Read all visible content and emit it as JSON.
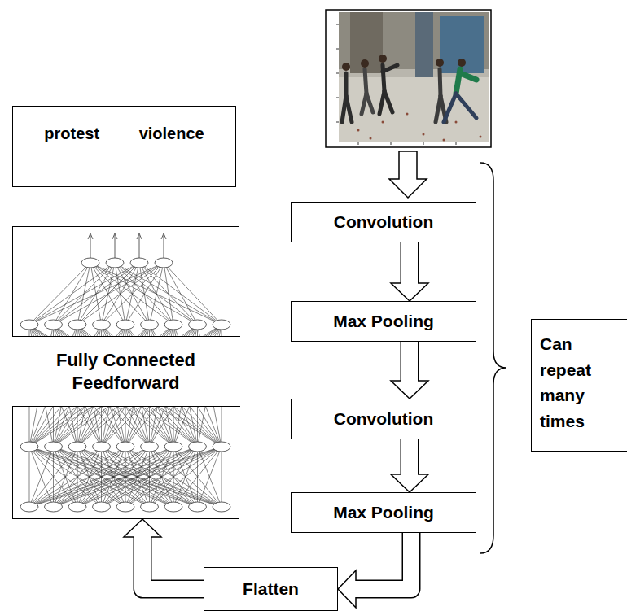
{
  "diagram": {
    "nodes": [
      {
        "text": [
          "protest",
          "violence"
        ]
      },
      {
        "text": [
          "Fully Connected Feedforward"
        ]
      },
      {
        "text": [
          "Convolution"
        ]
      },
      {
        "text": [
          "Max Pooling"
        ]
      },
      {
        "text": [
          "Convolution"
        ]
      },
      {
        "text": [
          "Max Pooling"
        ]
      },
      {
        "text": [
          "Flatten"
        ]
      },
      {
        "text": [
          "Can repeat many times"
        ]
      }
    ],
    "edges": [
      {
        "from": 2,
        "to": 3,
        "arrow": "to"
      },
      {
        "from": 3,
        "to": 4,
        "arrow": "to"
      },
      {
        "from": 4,
        "to": 5,
        "arrow": "to"
      },
      {
        "from": 5,
        "to": 6,
        "arrow": "to"
      },
      {
        "from": 6,
        "to": 1,
        "arrow": "to"
      }
    ]
  }
}
